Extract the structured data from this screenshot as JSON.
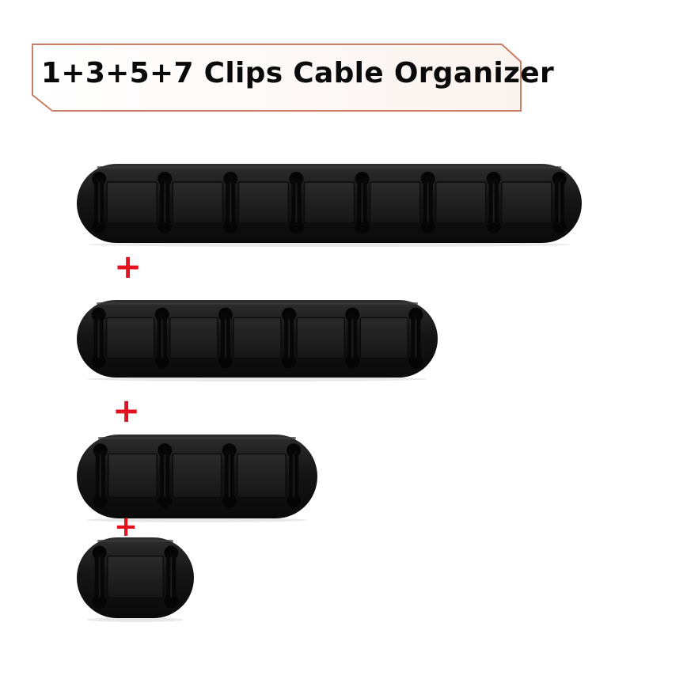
{
  "title": "1+3+5+7 Clips Cable Organizer",
  "colors": {
    "banner_border": "#c9806a",
    "organizer_body": "#151515",
    "plus": "#e3121e"
  },
  "separator_symbol": "+",
  "organizers": [
    {
      "name": "seven-clip-organizer",
      "clips": 7
    },
    {
      "name": "five-clip-organizer",
      "clips": 5
    },
    {
      "name": "three-clip-organizer",
      "clips": 3
    },
    {
      "name": "one-clip-organizer",
      "clips": 1
    }
  ]
}
